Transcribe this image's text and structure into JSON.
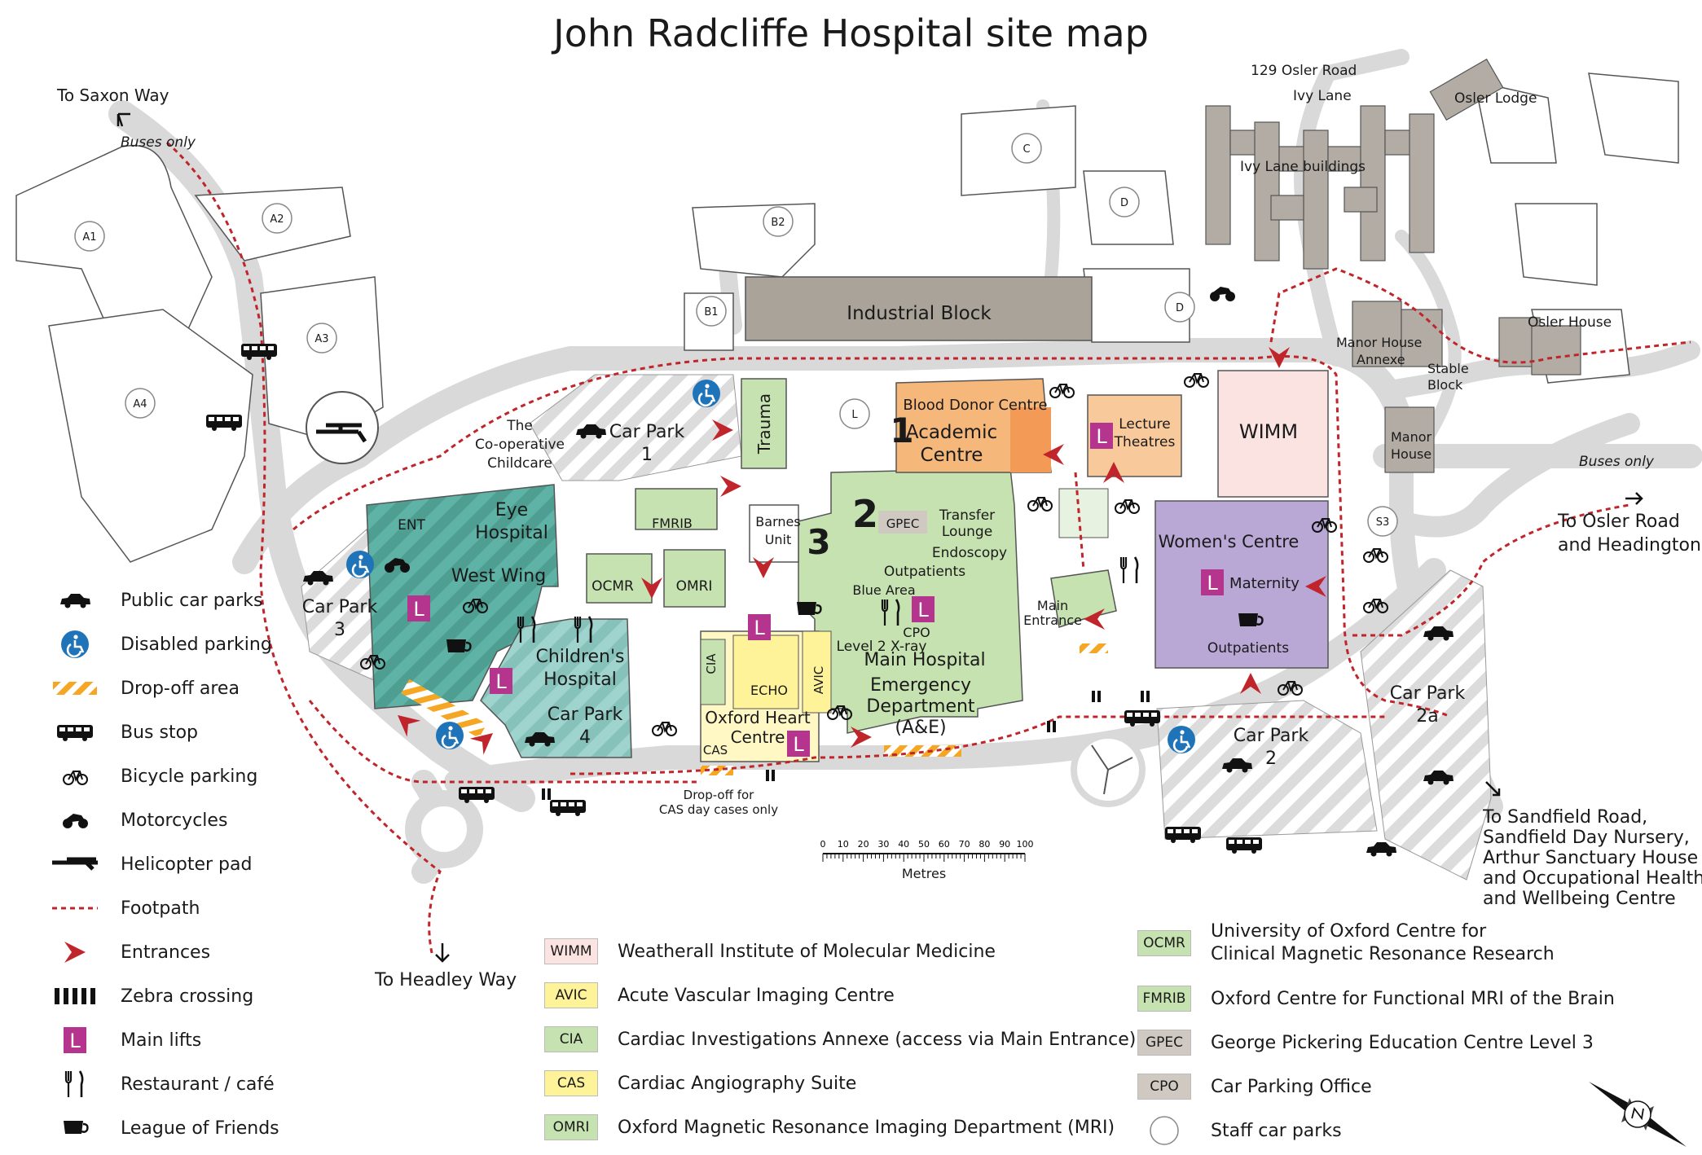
{
  "title": "John Radcliffe Hospital site map",
  "colors": {
    "road": "#d9d9d9",
    "building_outline": "#555555",
    "footpath": "#c0252b",
    "entrance": "#c0252b",
    "eye_hospital": "#5fb3a6",
    "childrens": "#9fd3cd",
    "main_hospital": "#c6e2b1",
    "academic": "#f5b77a",
    "blood_donor": "#f39a56",
    "lecture": "#f8c99a",
    "wimm": "#fbe3e1",
    "womens": "#b9a7d6",
    "echo": "#fff39a",
    "oxford_heart": "#fff8c4",
    "industrial": "#aaa39a",
    "ivy_lane": "#b3aca4",
    "lift": "#b5358e",
    "disabled": "#1f74b9",
    "dropoff": "#f5a623"
  },
  "directions": {
    "saxon_way": "To Saxon Way",
    "buses_only_1": "Buses only",
    "buses_only_2": "Buses only",
    "osler_road": "To Osler Road",
    "headington": "and Headington",
    "headley_way": "To Headley Way",
    "sandfield": [
      "To Sandfield Road,",
      "Sandfield Day Nursery,",
      "Arthur Sanctuary House",
      "and Occupational Health",
      "and Wellbeing Centre"
    ]
  },
  "staff_car_parks": [
    "A1",
    "A2",
    "A3",
    "A4",
    "B1",
    "B2",
    "C",
    "D",
    "D",
    "L",
    "S3"
  ],
  "places": {
    "osler_129": "129 Osler Road",
    "ivy_lane": "Ivy Lane",
    "osler_lodge": "Osler Lodge",
    "ivy_lane_buildings": "Ivy Lane buildings",
    "osler_house": "Osler House",
    "manor_house_annexe": [
      "Manor House",
      "Annexe"
    ],
    "stable_block": [
      "Stable",
      "Block"
    ],
    "manor_house": [
      "Manor",
      "House"
    ],
    "industrial_block": "Industrial Block",
    "coop_childcare": [
      "The",
      "Co-operative",
      "Childcare"
    ],
    "car_park_1": [
      "Car Park",
      "1"
    ],
    "car_park_2": [
      "Car Park",
      "2"
    ],
    "car_park_2a": [
      "Car Park",
      "2a"
    ],
    "car_park_3": [
      "Car Park",
      "3"
    ],
    "car_park_4": [
      "Car Park",
      "4"
    ],
    "trauma": "Trauma",
    "blood_donor": "Blood Donor Centre",
    "academic_centre": [
      "Academic",
      "Centre"
    ],
    "num_1": "1",
    "num_2": "2",
    "num_3": "3",
    "lecture_theatres": [
      "Lecture",
      "Theatres"
    ],
    "wimm": "WIMM",
    "gpec": "GPEC",
    "transfer_lounge": [
      "Transfer",
      "Lounge"
    ],
    "endoscopy": "Endoscopy",
    "outpatients_main": "Outpatients",
    "blue_area": "Blue Area",
    "cpo": "CPO",
    "level2_xray": "Level 2 X-ray",
    "main_hospital": "Main Hospital",
    "emergency": [
      "Emergency",
      "Department",
      "(A&E)"
    ],
    "main_entrance": [
      "Main",
      "Entrance"
    ],
    "womens_centre": "Women's Centre",
    "maternity": "Maternity",
    "outpatients_women": "Outpatients",
    "ent": "ENT",
    "eye_hospital": [
      "Eye",
      "Hospital"
    ],
    "west_wing": "West Wing",
    "childrens_hospital": [
      "Children's",
      "Hospital"
    ],
    "fmrib": "FMRIB",
    "barnes_unit": [
      "Barnes",
      "Unit"
    ],
    "ocmr": "OCMR",
    "omri": "OMRI",
    "cia": "CIA",
    "echo": "ECHO",
    "avic": "AVIC",
    "oxford_heart": [
      "Oxford Heart",
      "Centre"
    ],
    "cas": "CAS",
    "dropoff_cas": [
      "Drop-off for",
      "CAS day cases only"
    ],
    "lift_letter": "L"
  },
  "scale": {
    "ticks": [
      "0",
      "10",
      "20",
      "30",
      "40",
      "50",
      "60",
      "70",
      "80",
      "90",
      "100"
    ],
    "unit": "Metres"
  },
  "legend": [
    {
      "icon": "car-icon",
      "label": "Public car parks"
    },
    {
      "icon": "disabled-icon",
      "label": "Disabled parking"
    },
    {
      "icon": "dropoff-icon",
      "label": "Drop-off area"
    },
    {
      "icon": "bus-icon",
      "label": "Bus stop"
    },
    {
      "icon": "bicycle-icon",
      "label": "Bicycle parking"
    },
    {
      "icon": "motorcycle-icon",
      "label": "Motorcycles"
    },
    {
      "icon": "helicopter-icon",
      "label": "Helicopter pad"
    },
    {
      "icon": "footpath-icon",
      "label": "Footpath"
    },
    {
      "icon": "entrance-icon",
      "label": "Entrances"
    },
    {
      "icon": "zebra-icon",
      "label": "Zebra crossing"
    },
    {
      "icon": "lift-icon",
      "label": "Main lifts"
    },
    {
      "icon": "restaurant-icon",
      "label": "Restaurant / café"
    },
    {
      "icon": "cup-icon",
      "label": "League of Friends"
    }
  ],
  "abbreviations_col1": [
    {
      "abbr": "WIMM",
      "color": "#fbe3e1",
      "text": "Weatherall Institute of Molecular Medicine"
    },
    {
      "abbr": "AVIC",
      "color": "#fff39a",
      "text": "Acute Vascular Imaging Centre"
    },
    {
      "abbr": "CIA",
      "color": "#c6e2b1",
      "text": "Cardiac Investigations Annexe (access via Main Entrance)"
    },
    {
      "abbr": "CAS",
      "color": "#fff39a",
      "text": "Cardiac Angiography Suite"
    },
    {
      "abbr": "OMRI",
      "color": "#c6e2b1",
      "text": "Oxford Magnetic Resonance Imaging Department (MRI)"
    }
  ],
  "abbreviations_col2": [
    {
      "abbr": "OCMR",
      "color": "#c6e2b1",
      "text": [
        "University of Oxford Centre for",
        "Clinical Magnetic Resonance Research"
      ]
    },
    {
      "abbr": "FMRIB",
      "color": "#c6e2b1",
      "text": [
        "Oxford Centre for Functional MRI of the Brain"
      ]
    },
    {
      "abbr": "GPEC",
      "color": "#cfc9c2",
      "text": [
        "George Pickering Education Centre Level 3"
      ]
    },
    {
      "abbr": "CPO",
      "color": "#cfc9c2",
      "text": [
        "Car Parking Office"
      ]
    },
    {
      "abbr": "",
      "color": "#ffffff",
      "text": [
        "Staff car parks"
      ]
    }
  ]
}
